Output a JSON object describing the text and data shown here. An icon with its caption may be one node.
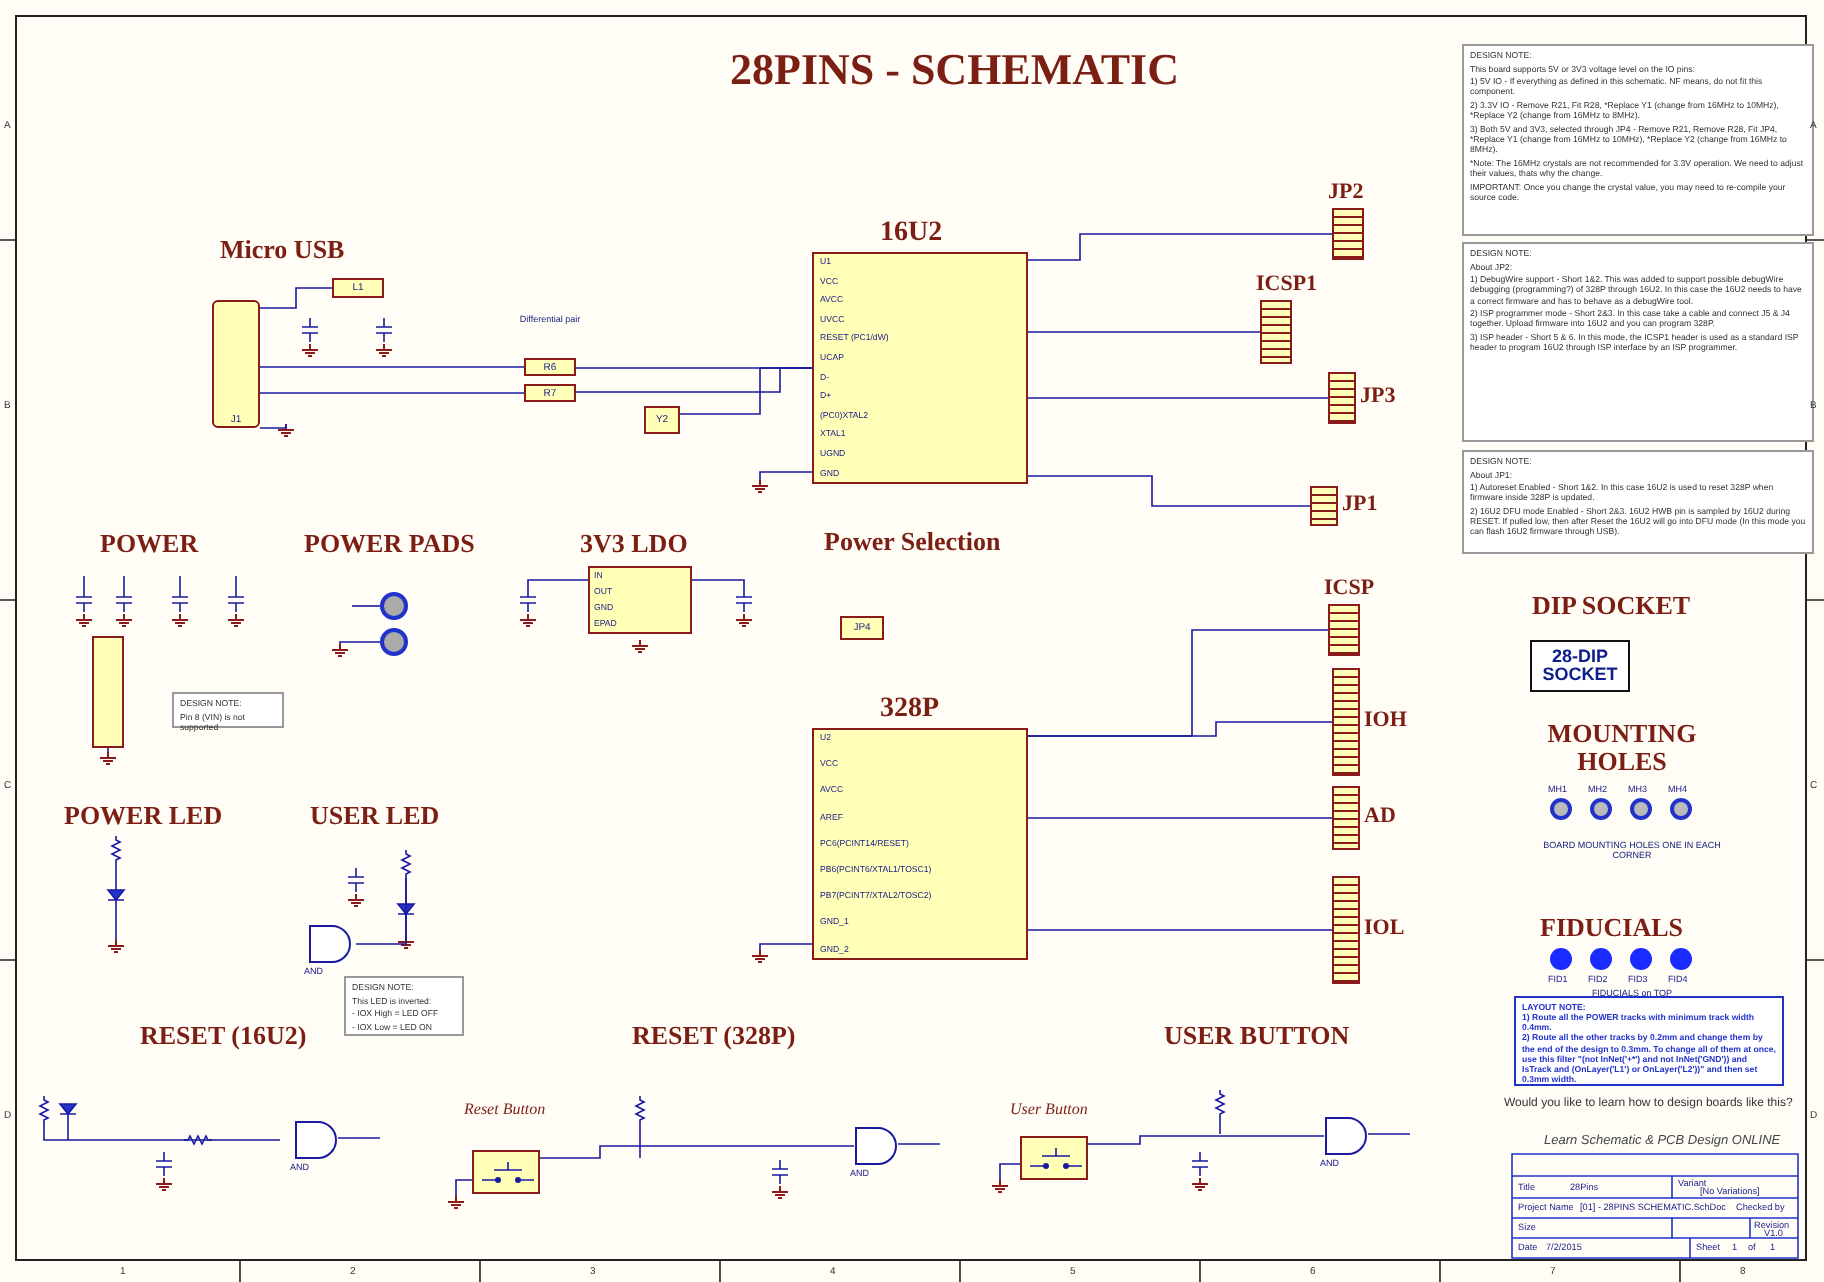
{
  "diagram": {
    "title": "28PINS - SCHEMATIC",
    "nodes": [
      {
        "text": [
          "J1"
        ]
      },
      {
        "text": [
          "L1"
        ]
      },
      {
        "text": [
          "R6"
        ]
      },
      {
        "text": [
          "R7"
        ]
      },
      {
        "text": [
          "Y2"
        ]
      },
      {
        "text": [
          "16U2",
          "U1",
          "VCC",
          "AVCC",
          "UVCC",
          "RESET (PC1/dW)",
          "UCAP",
          "D-",
          "D+",
          "(PC0)XTAL2",
          "XTAL1",
          "UGND",
          "GND"
        ]
      },
      {
        "text": [
          "JP2"
        ]
      },
      {
        "text": [
          "ICSP1"
        ]
      },
      {
        "text": [
          "JP3"
        ]
      },
      {
        "text": [
          "JP1"
        ]
      },
      {
        "text": [],
        "shape": "box"
      },
      {
        "text": [],
        "shape": "circle"
      },
      {
        "text": [],
        "shape": "circle"
      },
      {
        "text": [
          "IN",
          "OUT",
          "GND",
          "EPAD"
        ]
      },
      {
        "text": [
          "JP4"
        ]
      },
      {
        "text": [
          "328P",
          "U2",
          "VCC",
          "AVCC",
          "AREF",
          "PC6(PCINT14/RESET)",
          "PB6(PCINT6/XTAL1/TOSC1)",
          "PB7(PCINT7/XTAL2/TOSC2)",
          "GND_1",
          "GND_2"
        ]
      },
      {
        "text": [
          "ICSP"
        ]
      },
      {
        "text": [
          "IOH"
        ]
      },
      {
        "text": [
          "AD"
        ]
      },
      {
        "text": [
          "IOL"
        ]
      },
      {
        "text": [
          "28-DIP SOCKET"
        ]
      },
      {
        "text": [
          "MH1"
        ]
      },
      {
        "text": [
          "MH2"
        ]
      },
      {
        "text": [
          "MH3"
        ]
      },
      {
        "text": [
          "MH4"
        ]
      },
      {
        "text": [
          "FID1"
        ]
      },
      {
        "text": [
          "FID2"
        ]
      },
      {
        "text": [
          "FID3"
        ]
      },
      {
        "text": [
          "FID4"
        ]
      },
      {
        "text": [],
        "shape": "gate",
        "beside": [
          "AND"
        ]
      },
      {
        "text": [],
        "shape": "gate",
        "beside": [
          "AND"
        ]
      },
      {
        "text": [],
        "shape": "gate",
        "beside": [
          "AND"
        ]
      },
      {
        "text": [],
        "shape": "gate",
        "beside": [
          "AND"
        ]
      },
      {
        "text": [],
        "shape": "switch"
      },
      {
        "text": [],
        "shape": "switch"
      },
      {
        "text": [
          "DESIGN NOTE:",
          "This board supports 5V or 3V3 voltage level on the IO pins:",
          "1) 5V IO - If everything as defined in this schematic. NF means, do not fit this component.",
          "2) 3.3V IO - Remove R21, Fit R28, *Replace Y1 (change from 16MHz to 10MHz), *Replace Y2 (change from 16MHz to 8MHz).",
          "3) Both 5V and 3V3, selected through JP4 - Remove R21, Remove R28, Fit JP4, *Replace Y1 (change from 16MHz to 10MHz), *Replace Y2 (change from 16MHz to 8MHz).",
          "*Note: The 16MHz crystals are not recommended for 3.3V operation. We need to adjust their values, thats why the change.",
          "IMPORTANT: Once you change the crystal value, you may need to re-compile your source code."
        ]
      },
      {
        "text": [
          "DESIGN NOTE:",
          "About JP2:",
          "1) DebugWire support - Short 1&2. This was added to support possible debugWire debugging (programming?) of 328P through 16U2. In this case the 16U2 needs to have a correct firmware and has to behave as a debugWire tool.",
          "2) ISP programmer mode - Short 2&3. In this case take a cable and connect J5 & J4 together. Upload firmware into 16U2 and you can program 328P.",
          "3) ISP header - Short 5 & 6. In this mode, the ICSP1 header is used as a standard ISP header to program 16U2 through ISP interface by an ISP programmer."
        ]
      },
      {
        "text": [
          "DESIGN NOTE:",
          "About JP1:",
          "1) Autoreset Enabled - Short 1&2. In this case 16U2 is used to reset 328P when firmware inside 328P is updated.",
          "2) 16U2 DFU mode Enabled - Short 2&3. 16U2 HWB pin is sampled by 16U2 during RESET. If pulled low, then after Reset the 16U2 will go into DFU mode (In this mode you can flash 16U2 firmware through USB)."
        ]
      },
      {
        "text": [
          "DESIGN NOTE:",
          "Pin 8 (VIN) is not supported"
        ]
      },
      {
        "text": [
          "DESIGN NOTE:",
          "This LED is inverted:",
          "- IOX High = LED OFF",
          "- IOX Low = LED ON"
        ]
      },
      {
        "text": [
          "LAYOUT NOTE:",
          "1) Route all the POWER tracks with minimum track width 0.4mm.",
          "2) Route all the other tracks by 0.2mm and change them by the end of the design to 0.3mm. To change all of them at once, use this filter \"(not InNet('+*') and not InNet('GND')) and IsTrack and (OnLayer('L1') or OnLayer('L2'))\" and then set 0.3mm width."
        ]
      }
    ],
    "edges": [
      {
        "from": 0,
        "to": 1,
        "arrow": "none"
      },
      {
        "from": 0,
        "to": 2,
        "arrow": "none"
      },
      {
        "from": 0,
        "to": 3,
        "arrow": "none"
      },
      {
        "from": 2,
        "to": 5,
        "arrow": "none"
      },
      {
        "from": 3,
        "to": 5,
        "arrow": "none"
      },
      {
        "from": 4,
        "to": 5,
        "arrow": "none"
      },
      {
        "from": 5,
        "to": 6,
        "arrow": "none"
      },
      {
        "from": 5,
        "to": 7,
        "arrow": "none"
      },
      {
        "from": 5,
        "to": 8,
        "arrow": "none"
      },
      {
        "from": 5,
        "to": 9,
        "arrow": "none"
      },
      {
        "from": 15,
        "to": 16,
        "arrow": "none"
      },
      {
        "from": 15,
        "to": 17,
        "arrow": "none"
      },
      {
        "from": 15,
        "to": 18,
        "arrow": "none"
      },
      {
        "from": 15,
        "to": 19,
        "arrow": "none"
      },
      {
        "from": 33,
        "to": 31,
        "arrow": "none"
      },
      {
        "from": 34,
        "to": 32,
        "arrow": "none"
      }
    ],
    "labels": [
      "Micro USB",
      "Differential pair",
      "POWER",
      "POWER PADS",
      "3V3 LDO",
      "Power Selection",
      "DIP SOCKET",
      "MOUNTING HOLES",
      "FIDUCIALS",
      "POWER LED",
      "USER LED",
      "RESET (16U2)",
      "RESET (328P)",
      "USER BUTTON",
      "Reset Button",
      "User Button",
      "Would you like to learn how to design boards like this?",
      "Learn Schematic & PCB Design ONLINE",
      "Title",
      "28Pins",
      "Variant",
      "[No Variations]",
      "Project Name",
      "[01] - 28PINS SCHEMATIC.SchDoc",
      "Checked by",
      "Size",
      "Revision",
      "V1.0",
      "Date",
      "7/2/2015",
      "Sheet",
      "1",
      "of",
      "1",
      "A",
      "B",
      "C",
      "D",
      "A",
      "B",
      "C",
      "D",
      "1",
      "2",
      "3",
      "4",
      "5",
      "6",
      "7",
      "8",
      "BOARD MOUNTING HOLES ONE IN EACH CORNER",
      "FIDUCIALS on TOP"
    ]
  }
}
